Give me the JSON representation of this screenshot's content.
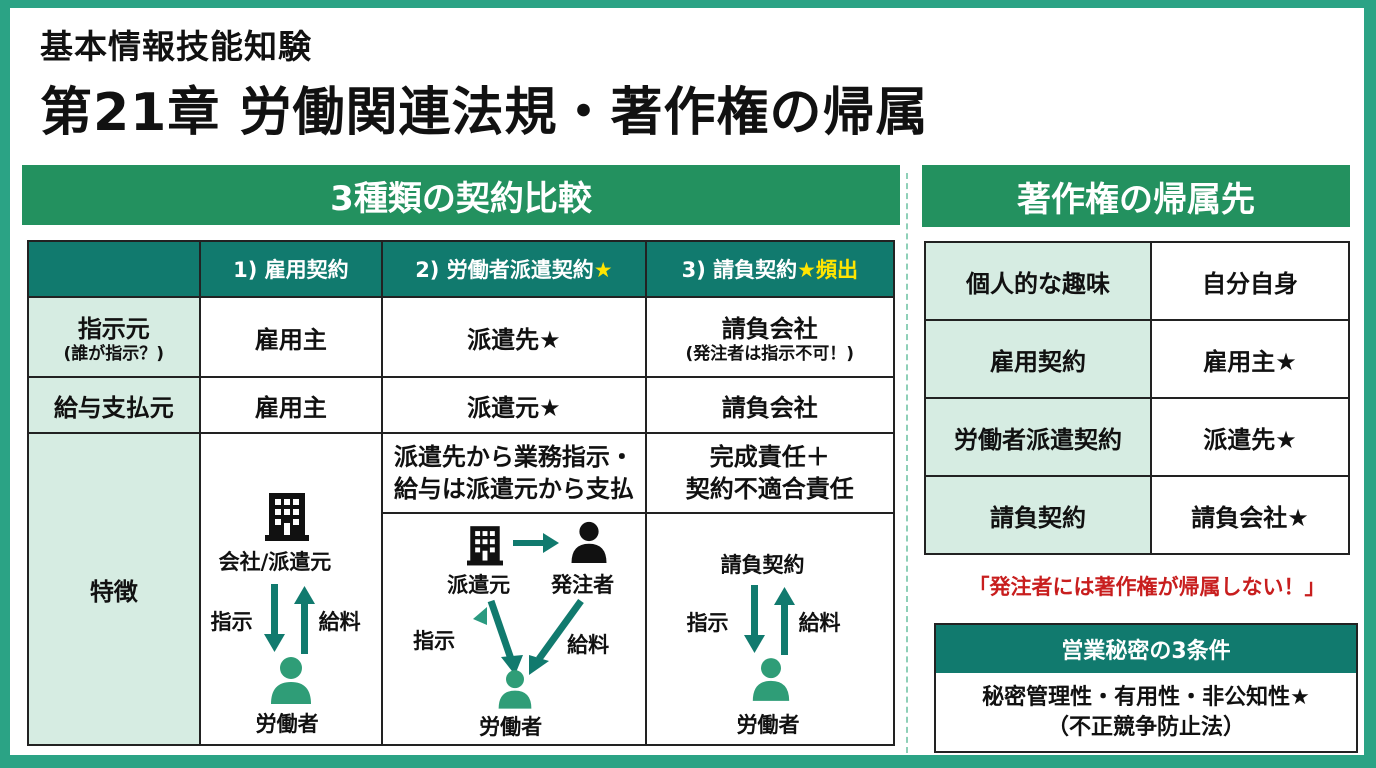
{
  "header": {
    "subtitle": "基本情報技能知験",
    "title": "第21章 労働関連法規・著作権の帰属"
  },
  "comparison": {
    "section_title": "3種類の契約比較",
    "columns": [
      {
        "label": "1) 雇用契約",
        "star": "",
        "badge": ""
      },
      {
        "label": "2) 労働者派遣契約",
        "star": "★",
        "badge": ""
      },
      {
        "label": "3) 請負契約",
        "star": "★",
        "badge": "頻出"
      }
    ],
    "rows": {
      "instructor": {
        "label": "指示元",
        "sublabel": "(誰が指示？)",
        "values": [
          "雇用主",
          "派遣先★",
          "請負会社"
        ],
        "note_col3": "(発注者は指示不可！)"
      },
      "payer": {
        "label": "給与支払元",
        "values": [
          "雇用主",
          "派遣元★",
          "請負会社"
        ]
      },
      "features": {
        "label": "特徴",
        "col2_text": [
          "派遣先から業務指示・",
          "給与は派遣元から支払"
        ],
        "col3_text": [
          "完成責任＋",
          "契約不適合責任"
        ],
        "diagram1": {
          "top": "会社/派遣元",
          "left_arrow": "指示",
          "right_arrow": "給料",
          "bottom": "労働者"
        },
        "diagram2": {
          "top_left": "派遣元",
          "top_right": "発注者",
          "left_arrow": "指示",
          "right_arrow": "給料",
          "bottom": "労働者"
        },
        "diagram3": {
          "top": "請負契約",
          "left_arrow": "指示",
          "right_arrow": "給料",
          "bottom": "労働者"
        }
      }
    }
  },
  "copyright": {
    "section_title": "著作権の帰属先",
    "rows": [
      {
        "case": "個人的な趣味",
        "owner": "自分自身"
      },
      {
        "case": "雇用契約",
        "owner": "雇用主★"
      },
      {
        "case": "労働者派遣契約",
        "owner": "派遣先★"
      },
      {
        "case": "請負契約",
        "owner": "請負会社★"
      }
    ],
    "warning": "「発注者には著作権が帰属しない！」"
  },
  "trade_secret": {
    "title": "営業秘密の3条件",
    "line1": "秘密管理性・有用性・非公知性★",
    "line2": "（不正競争防止法）"
  },
  "colors": {
    "frame": "#2ba385",
    "section_header": "#23915f",
    "table_header": "#117a6e",
    "row_label_bg": "#d6ece2",
    "warning": "#c81e1e",
    "highlight": "#ffe500",
    "person_icon": "#2f9d77"
  }
}
